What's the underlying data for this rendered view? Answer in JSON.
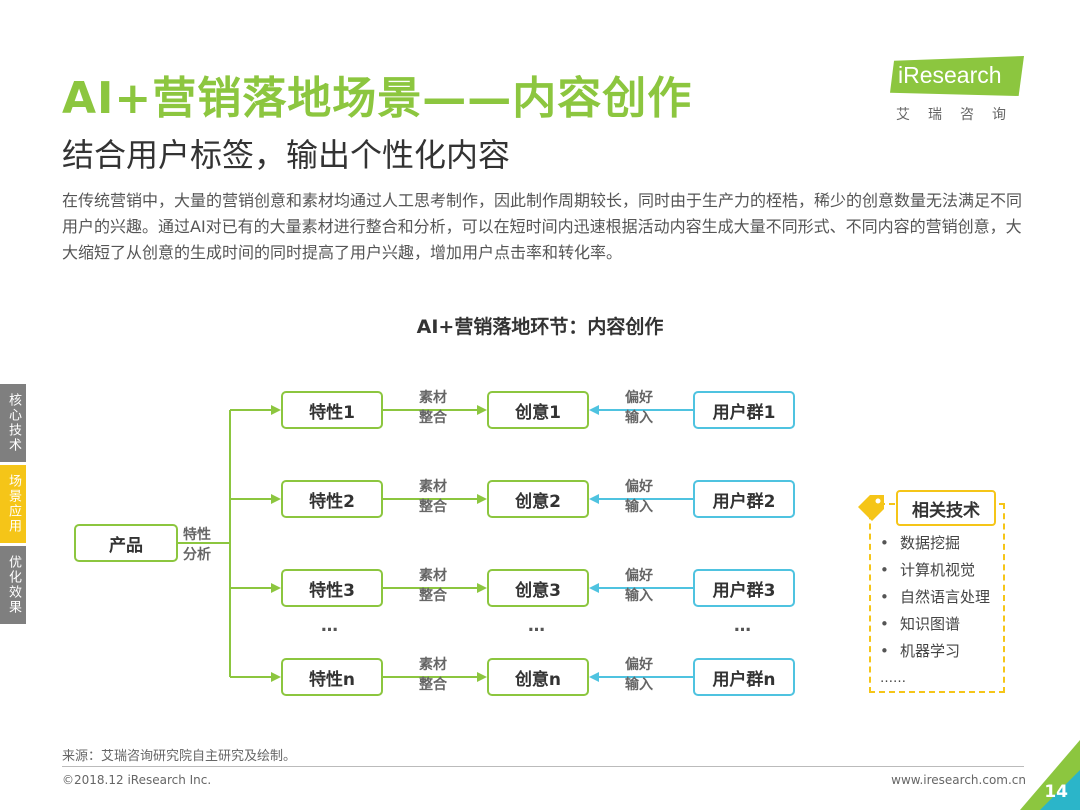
{
  "header": {
    "title": "AI+营销落地场景——内容创作",
    "subtitle": "结合用户标签，输出个性化内容",
    "description": "在传统营销中，大量的营销创意和素材均通过人工思考制作，因此制作周期较长，同时由于生产力的桎梏，稀少的创意数量无法满足不同用户的兴趣。通过AI对已有的大量素材进行整合和分析，可以在短时间内迅速根据活动内容生成大量不同形式、不同内容的营销创意，大大缩短了从创意的生成时间的同时提高了用户兴趣，增加用户点击率和转化率。"
  },
  "logo": {
    "text": "iResearch",
    "cn": "艾瑞咨询",
    "brand_color": "#8cc63f"
  },
  "side_tabs": [
    {
      "label": "核心技术",
      "active": false
    },
    {
      "label": "场景应用",
      "active": true
    },
    {
      "label": "优化效果",
      "active": false
    }
  ],
  "diagram": {
    "title": "AI+营销落地环节：内容创作",
    "product": "产品",
    "analysis_label_1": "特性",
    "analysis_label_2": "分析",
    "rows": [
      {
        "feature": "特性1",
        "creative": "创意1",
        "group": "用户群1",
        "mid1a": "素材",
        "mid1b": "整合",
        "mid2a": "偏好",
        "mid2b": "输入"
      },
      {
        "feature": "特性2",
        "creative": "创意2",
        "group": "用户群2",
        "mid1a": "素材",
        "mid1b": "整合",
        "mid2a": "偏好",
        "mid2b": "输入"
      },
      {
        "feature": "特性3",
        "creative": "创意3",
        "group": "用户群3",
        "mid1a": "素材",
        "mid1b": "整合",
        "mid2a": "偏好",
        "mid2b": "输入"
      },
      {
        "feature": "特性n",
        "creative": "创意n",
        "group": "用户群n",
        "mid1a": "素材",
        "mid1b": "整合",
        "mid2a": "偏好",
        "mid2b": "输入"
      }
    ],
    "ellipsis": "…",
    "colors": {
      "green": "#8cc63f",
      "blue": "#4fc3e0",
      "yellow": "#f5c518"
    }
  },
  "tech": {
    "title": "相关技术",
    "bullet": "•",
    "items": [
      "数据挖掘",
      "计算机视觉",
      "自然语言处理",
      "知识图谱",
      "机器学习"
    ],
    "more": "……"
  },
  "footer": {
    "source": "来源：艾瑞咨询研究院自主研究及绘制。",
    "copyright": "©2018.12 iResearch Inc.",
    "website": "www.iresearch.com.cn",
    "page": "14"
  }
}
